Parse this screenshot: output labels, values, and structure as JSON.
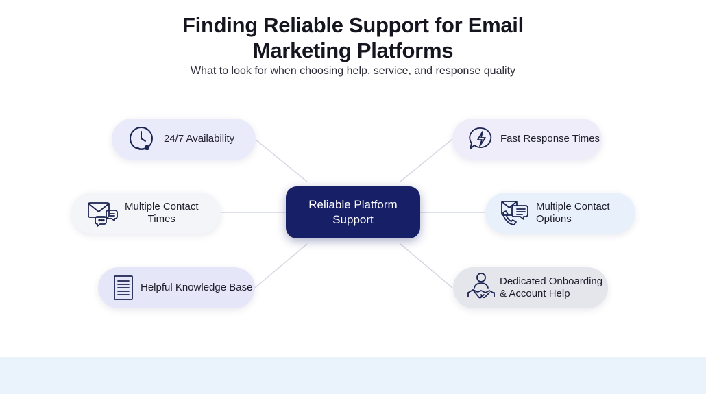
{
  "title_line1": "Finding Reliable Support for Email",
  "title_line2": "Marketing Platforms",
  "subtitle": "What to look for when choosing help, service, and response quality",
  "center": {
    "line1": "Reliable Platform",
    "line2": "Support"
  },
  "nodes": {
    "availability": {
      "line1": "24/7 Availability",
      "icon": "clock-headset-icon",
      "bg": "#e9ebfb"
    },
    "contact_times": {
      "line1": "Multiple Contact",
      "line2": "Times",
      "icon": "envelope-chat-icon",
      "bg": "#f3f5f8"
    },
    "knowledge_base": {
      "line1": "Helpful Knowledge Base",
      "icon": "document-icon",
      "bg": "#e6e6f9"
    },
    "response_times": {
      "line1": "Fast Response Times",
      "icon": "lightning-chat-icon",
      "bg": "#efedf9"
    },
    "contact_options": {
      "line1": "Multiple Contact",
      "line2": "Options",
      "icon": "phone-chat-icon",
      "bg": "#e7f0fb"
    },
    "onboarding": {
      "line1": "Dedicated Onboarding",
      "line2": "& Account Help",
      "icon": "handshake-person-icon",
      "bg": "#e5e6ec"
    }
  },
  "colors": {
    "center": "#172066",
    "icon_stroke": "#1c2452",
    "connector": "#d4d8e2"
  }
}
